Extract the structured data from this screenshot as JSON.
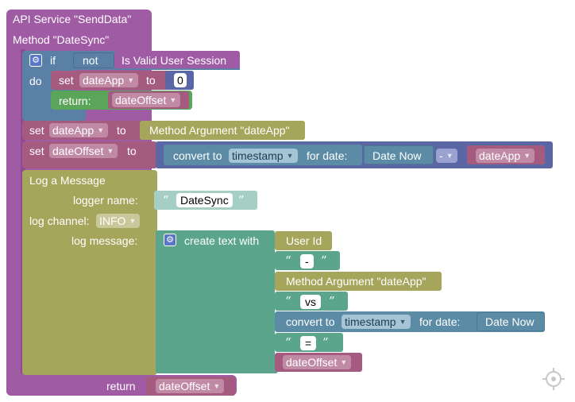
{
  "api_service": {
    "label": "API Service \"SendData\""
  },
  "method": {
    "label": "Method \"DateSync\""
  },
  "if_block": {
    "if_label": "if",
    "do_label": "do",
    "not_label": "not",
    "condition": "Is Valid User Session"
  },
  "set1": {
    "set_label": "set",
    "var": "dateApp",
    "to_label": "to",
    "value": "0"
  },
  "return_inner": {
    "label": "return:",
    "var": "dateOffset"
  },
  "set2": {
    "set_label": "set",
    "var": "dateApp",
    "to_label": "to",
    "value": "Method Argument \"dateApp\""
  },
  "set3": {
    "set_label": "set",
    "var": "dateOffset",
    "to_label": "to",
    "convert_label": "convert to",
    "convert_type": "timestamp",
    "for_date_label": "for date:",
    "date_now": "Date Now",
    "operator": "-",
    "var2": "dateApp"
  },
  "log": {
    "title": "Log a Message",
    "logger_name_label": "logger name:",
    "logger_name_value": "DateSync",
    "channel_label": "log channel:",
    "channel_value": "INFO",
    "message_label": "log message:"
  },
  "create_text": {
    "label": "create text with",
    "items": {
      "user_id": "User Id",
      "dash": "-",
      "method_arg": "Method Argument \"dateApp\"",
      "vs": "vs",
      "convert_label": "convert to",
      "convert_type": "timestamp",
      "for_date_label": "for date:",
      "date_now": "Date Now",
      "eq": "=",
      "var": "dateOffset"
    }
  },
  "return_outer": {
    "label": "return",
    "var": "dateOffset"
  },
  "icons": {
    "gear": "gear-icon",
    "target": "crosshair-icon",
    "dropdown": "chevron-down-icon"
  },
  "colors": {
    "service": "#a05ba5",
    "logic": "#5b80a5",
    "variable": "#a55b80",
    "return": "#5ba55b",
    "argument": "#a5a55b",
    "text": "#5ba58c",
    "convert": "#5b8ba5",
    "math": "#5b67a5"
  }
}
